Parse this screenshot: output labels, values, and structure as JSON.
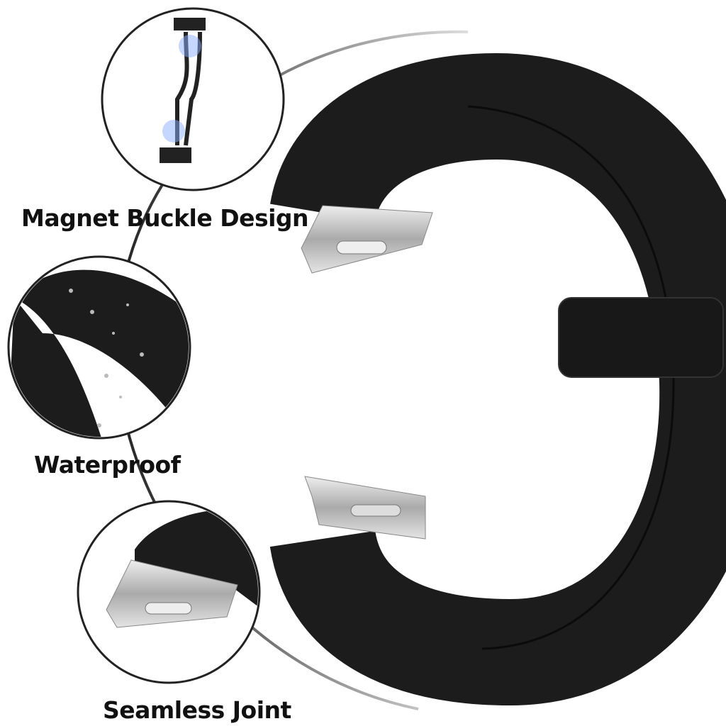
{
  "features": [
    {
      "label": "Magnet Buckle Design",
      "icon": "magnet-buckle-closeup"
    },
    {
      "label": "Waterproof",
      "icon": "water-droplets-closeup"
    },
    {
      "label": "Seamless Joint",
      "icon": "lug-connector-closeup"
    }
  ],
  "colors": {
    "band": "#1c1c1c",
    "metal": "#c9c9cc",
    "line": "#222222",
    "background": "#ffffff"
  }
}
